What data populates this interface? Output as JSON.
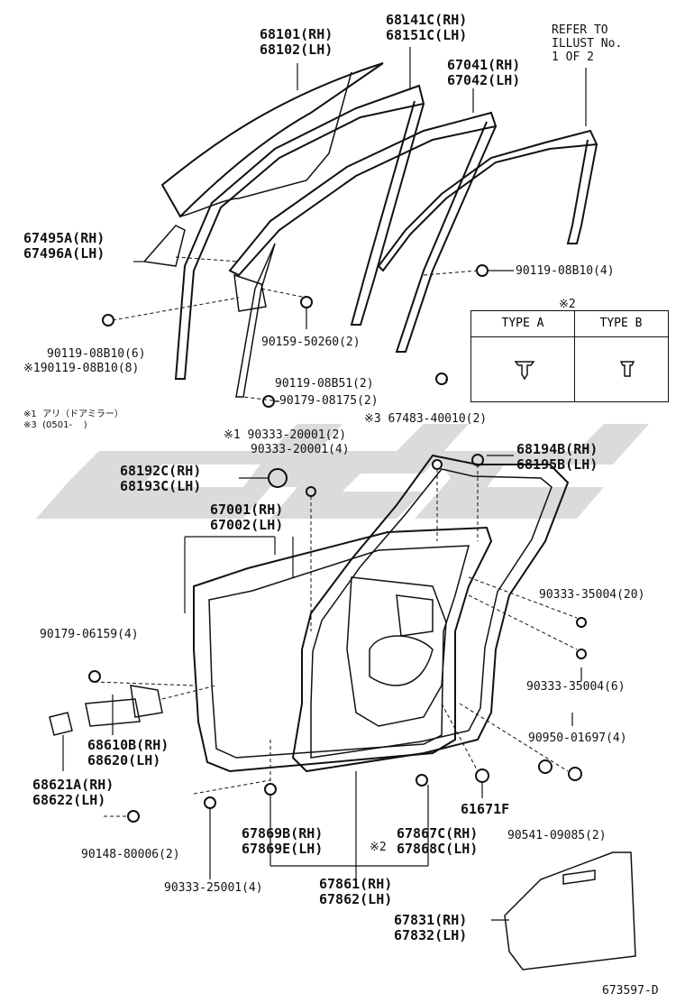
{
  "watermark": "LFSC",
  "diagram_id": "673597-D",
  "refer_note": [
    "REFER TO",
    "ILLUST No.",
    "1 OF 2"
  ],
  "notes": {
    "n1": "※1  アリ（ドアミラー）",
    "n3": "※3  (0501-    )",
    "type_ref": "※2"
  },
  "type_table": {
    "type_a": "TYPE A",
    "type_b": "TYPE B"
  },
  "labels": {
    "p68101": [
      "68101(RH)",
      "68102(LH)"
    ],
    "p68141": [
      "68141C(RH)",
      "68151C(LH)"
    ],
    "p67041": [
      "67041(RH)",
      "67042(LH)"
    ],
    "p67495": [
      "67495A(RH)",
      "67496A(LH)"
    ],
    "p90119_4": "90119-08B10(4)",
    "p90119_6": "90119-08B10(6)",
    "p90119_8": "※190119-08B10(8)",
    "p90159": "90159-50260(2)",
    "p90119_b51": "90119-08B51(2)",
    "p90179_08175": "90179-08175(2)",
    "p67483": "※3 67483-40010(2)",
    "p90333_20001a": "※1 90333-20001(2)",
    "p90333_20001b": "90333-20001(4)",
    "p68194": [
      "68194B(RH)",
      "68195B(LH)"
    ],
    "p68192": [
      "68192C(RH)",
      "68193C(LH)"
    ],
    "p67001": [
      "67001(RH)",
      "67002(LH)"
    ],
    "p90333_35004_20": "90333-35004(20)",
    "p90179_06159": "90179-06159(4)",
    "p90333_35004_6": "90333-35004(6)",
    "p68610": [
      "68610B(RH)",
      "68620(LH)"
    ],
    "p90950": "90950-01697(4)",
    "p68621": [
      "68621A(RH)",
      "68622(LH)"
    ],
    "p61671": "61671F",
    "p67869": [
      "67869B(RH)",
      "67869E(LH)"
    ],
    "p67867": [
      "67867C(RH)",
      "67868C(LH)"
    ],
    "p67867_ref": "※2",
    "p90541": "90541-09085(2)",
    "p90148": "90148-80006(2)",
    "p90333_25001": "90333-25001(4)",
    "p67861": [
      "67861(RH)",
      "67862(LH)"
    ],
    "p67831": [
      "67831(RH)",
      "67832(LH)"
    ]
  },
  "colors": {
    "line": "#111111",
    "watermark": "#c8c8c8"
  }
}
